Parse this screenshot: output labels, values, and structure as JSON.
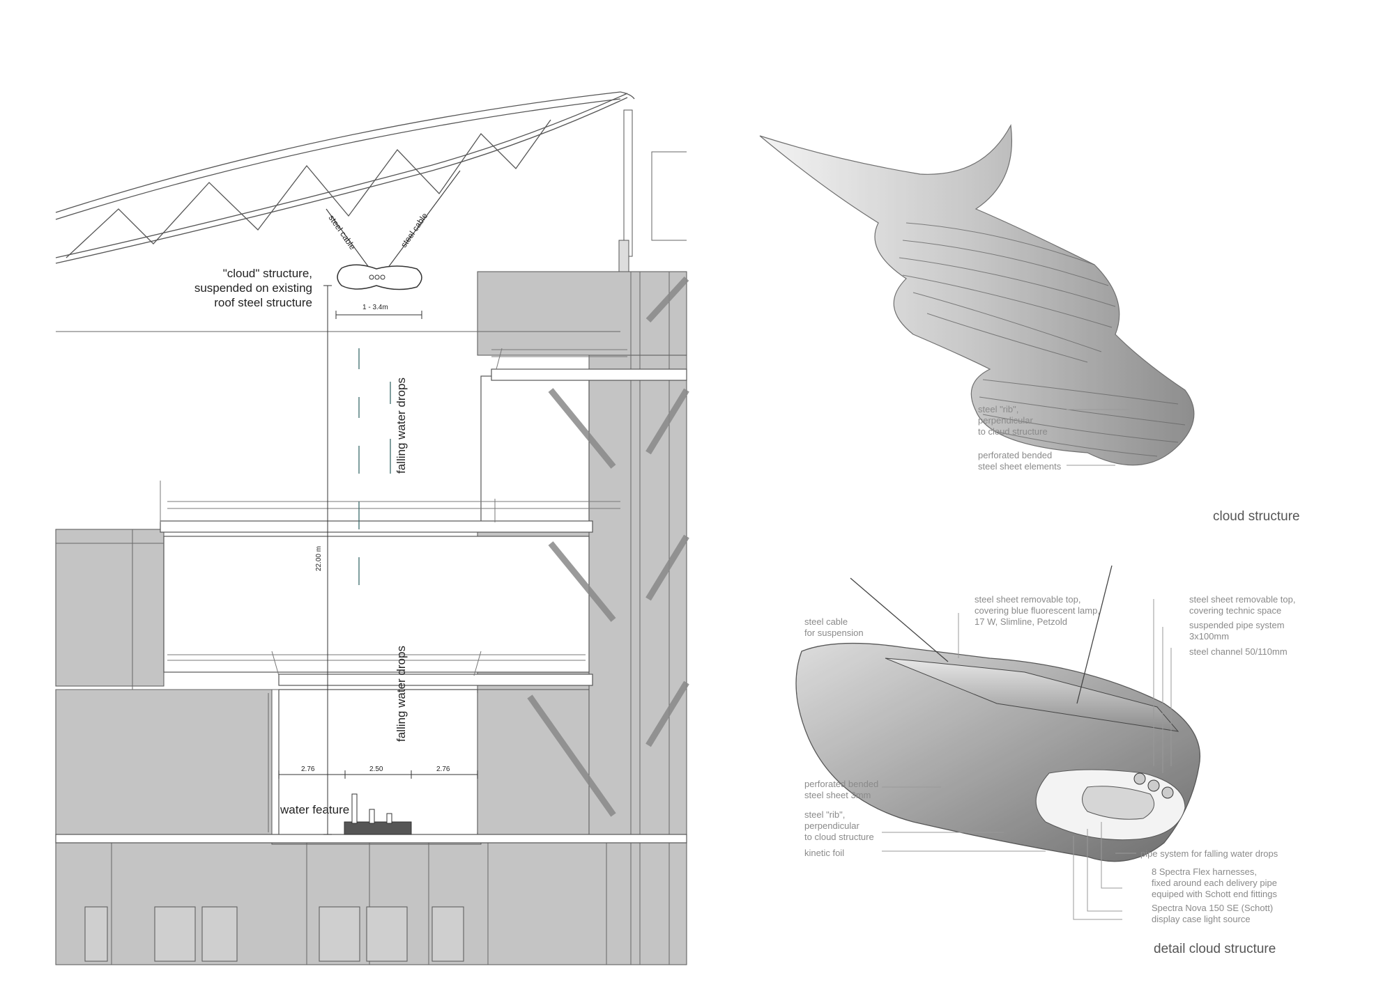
{
  "section": {
    "cloud_label": "\"cloud\" structure,\nsuspended on existing\nroof steel structure",
    "cable_left": "steel cable",
    "cable_right": "steel cable",
    "cloud_width": "1 - 3.4m",
    "falling_top": "falling water drops",
    "falling_bottom": "falling water drops",
    "height_dim": "22.00 m",
    "dim_left": "2.76",
    "dim_mid": "2.50",
    "dim_right": "2.76",
    "water_feature": "water feature"
  },
  "cloud_sketch": {
    "rib_note": "steel \"rib\",\nperpendicular\nto cloud structure",
    "sheet_note": "perforated bended\nsteel sheet elements",
    "caption": "cloud structure"
  },
  "detail_sketch": {
    "cable_note": "steel cable\nfor suspension",
    "top_lamp_note": "steel sheet removable top,\ncovering blue fluorescent lamp,\n17 W, Slimline, Petzold",
    "top_technic_note": "steel sheet removable top,\ncovering technic space",
    "pipe_note": "suspended pipe system\n3x100mm",
    "channel_note": "steel channel 50/110mm",
    "sheet3_note": "perforated bended\nsteel sheet 3mm",
    "rib_note": "steel \"rib\",\nperpendicular\nto cloud structure",
    "foil_note": "kinetic foil",
    "pipe_drops_note": "pipe system for falling water drops",
    "harness_note": "8 Spectra Flex harnesses,\nfixed around each delivery pipe\nequiped with Schott end fittings",
    "light_note": "Spectra Nova 150 SE (Schott)\ndisplay case light source",
    "caption": "detail cloud structure"
  },
  "colors": {
    "building_fill": "#c4c4c4",
    "line": "#444444",
    "note_text": "#8a8a8a"
  }
}
